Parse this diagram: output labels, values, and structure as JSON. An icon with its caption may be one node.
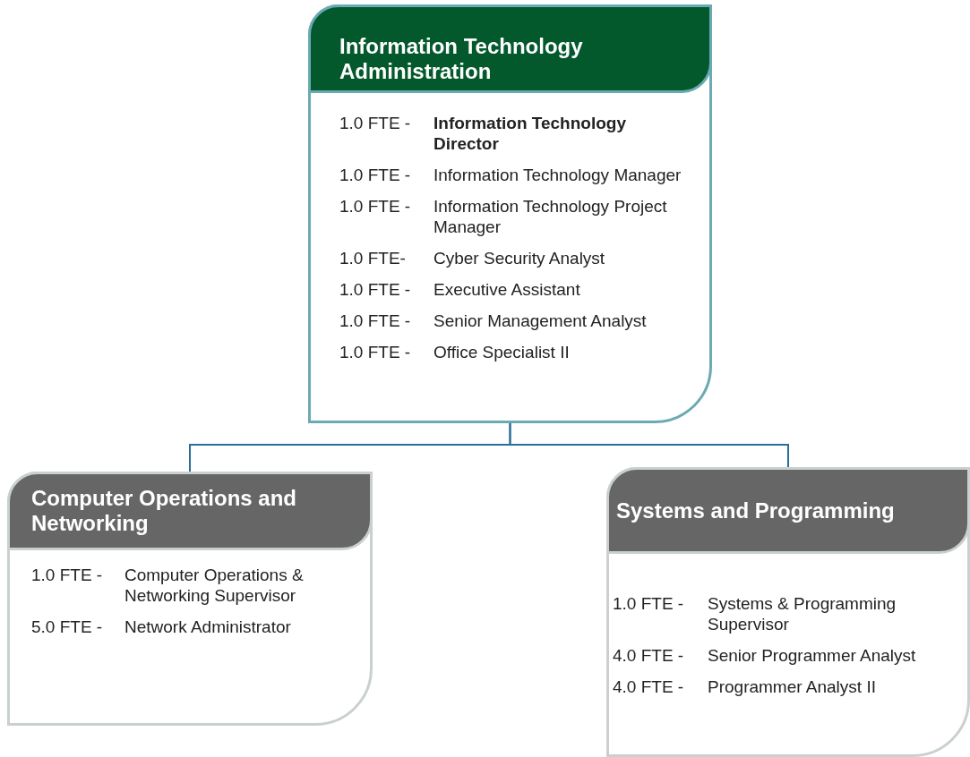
{
  "diagram": {
    "nodes": [
      {
        "text": [
          "Information Technology Administration",
          "1.0 FTE -",
          "**Information Technology Director**",
          "1.0 FTE -",
          "Information Technology Manager",
          "1.0 FTE -",
          "Information Technology Project Manager",
          "1.0 FTE-",
          "Cyber Security Analyst",
          "1.0 FTE -",
          "Executive Assistant",
          "1.0 FTE -",
          "Senior Management Analyst",
          "1.0 FTE -",
          "Office Specialist II"
        ]
      },
      {
        "text": [
          "Computer Operations and Networking",
          "1.0 FTE -",
          "Computer Operations & Networking Supervisor",
          "5.0 FTE -",
          "Network Administrator"
        ]
      },
      {
        "text": [
          "Systems and Programming",
          "1.0 FTE -",
          "Systems & Programming Supervisor",
          "4.0 FTE -",
          "Senior Programmer Analyst",
          "4.0 FTE -",
          "Programmer Analyst II"
        ]
      }
    ],
    "edges": [
      {
        "from": 0,
        "to": 1,
        "arrow": "none"
      },
      {
        "from": 0,
        "to": 2,
        "arrow": "none"
      }
    ]
  }
}
